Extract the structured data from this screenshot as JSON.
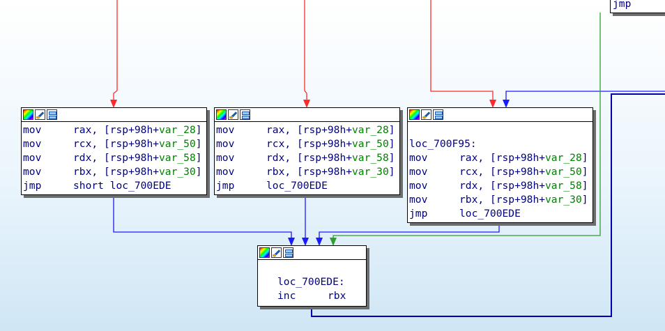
{
  "graph": {
    "partial_block": {
      "mnemonic": "jmp",
      "operand": ""
    },
    "blocks": [
      {
        "id": "block-1",
        "label": "",
        "lines": [
          {
            "mnemonic": "mov",
            "dest": "rax",
            "src_prefix": "[rsp+98h+",
            "var": "var_28",
            "src_suffix": "]"
          },
          {
            "mnemonic": "mov",
            "dest": "rcx",
            "src_prefix": "[rsp+98h+",
            "var": "var_50",
            "src_suffix": "]"
          },
          {
            "mnemonic": "mov",
            "dest": "rdx",
            "src_prefix": "[rsp+98h+",
            "var": "var_58",
            "src_suffix": "]"
          },
          {
            "mnemonic": "mov",
            "dest": "rbx",
            "src_prefix": "[rsp+98h+",
            "var": "var_30",
            "src_suffix": "]"
          }
        ],
        "jump": {
          "mnemonic": "jmp",
          "target": "short loc_700EDE"
        }
      },
      {
        "id": "block-2",
        "label": "",
        "lines": [
          {
            "mnemonic": "mov",
            "dest": "rax",
            "src_prefix": "[rsp+98h+",
            "var": "var_28",
            "src_suffix": "]"
          },
          {
            "mnemonic": "mov",
            "dest": "rcx",
            "src_prefix": "[rsp+98h+",
            "var": "var_50",
            "src_suffix": "]"
          },
          {
            "mnemonic": "mov",
            "dest": "rdx",
            "src_prefix": "[rsp+98h+",
            "var": "var_58",
            "src_suffix": "]"
          },
          {
            "mnemonic": "mov",
            "dest": "rbx",
            "src_prefix": "[rsp+98h+",
            "var": "var_30",
            "src_suffix": "]"
          }
        ],
        "jump": {
          "mnemonic": "jmp",
          "target": "loc_700EDE"
        }
      },
      {
        "id": "block-3",
        "label": "loc_700F95:",
        "lines": [
          {
            "mnemonic": "mov",
            "dest": "rax",
            "src_prefix": "[rsp+98h+",
            "var": "var_28",
            "src_suffix": "]"
          },
          {
            "mnemonic": "mov",
            "dest": "rcx",
            "src_prefix": "[rsp+98h+",
            "var": "var_50",
            "src_suffix": "]"
          },
          {
            "mnemonic": "mov",
            "dest": "rdx",
            "src_prefix": "[rsp+98h+",
            "var": "var_58",
            "src_suffix": "]"
          },
          {
            "mnemonic": "mov",
            "dest": "rbx",
            "src_prefix": "[rsp+98h+",
            "var": "var_30",
            "src_suffix": "]"
          }
        ],
        "jump": {
          "mnemonic": "jmp",
          "target": "loc_700EDE"
        }
      }
    ],
    "target_block": {
      "id": "block-4",
      "label": "loc_700EDE:",
      "instruction": {
        "mnemonic": "inc",
        "operand": "rbx"
      }
    },
    "colors": {
      "edge_false": "#ff2a2a",
      "edge_flow": "#1a1aff",
      "edge_true": "#2e9e2e",
      "dark_flow": "#0000b0",
      "code_text": "#000080",
      "variable_text": "#008000"
    }
  }
}
